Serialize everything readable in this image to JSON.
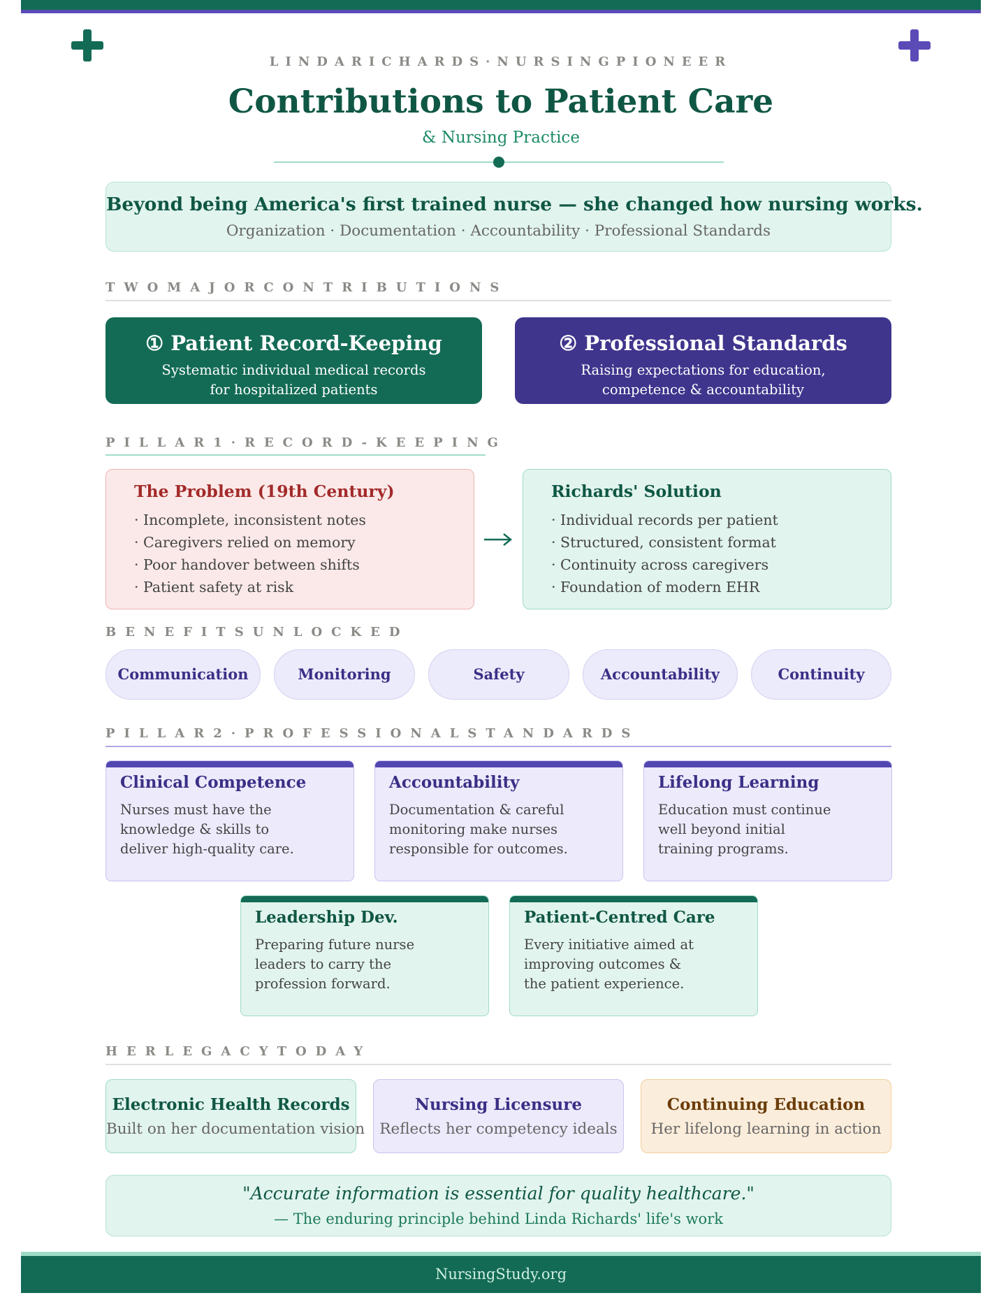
{
  "header": {
    "eyebrow": "LINDARICHARDS·NURSINGPIONEER",
    "title": "Contributions to Patient Care",
    "subtitle": "& Nursing Practice"
  },
  "banner": {
    "headline": "Beyond being America's first trained nurse — she changed how nursing works.",
    "subline": "Organization · Documentation · Accountability · Professional Standards"
  },
  "sections": {
    "two_major": "TWOMAJORCONTRIBUTIONS",
    "pillar1": "PILLAR1·RECORD-KEEPING",
    "benefits": "BENEFITSUNLOCKED",
    "pillar2": "PILLAR2·PROFESSIONALSTANDARDS",
    "legacy": "HERLEGACYTODAY"
  },
  "contributions": [
    {
      "title": "① Patient Record-Keeping",
      "line1": "Systematic individual medical records",
      "line2": "for hospitalized patients",
      "color": "#136b55"
    },
    {
      "title": "② Professional Standards",
      "line1": "Raising expectations for education,",
      "line2": "competence & accountability",
      "color": "#3f358d"
    }
  ],
  "problem": {
    "title": "The Problem (19th Century)",
    "items": [
      "· Incomplete, inconsistent notes",
      "· Caregivers relied on memory",
      "· Poor handover between shifts",
      "· Patient safety at risk"
    ]
  },
  "solution": {
    "title": "Richards' Solution",
    "items": [
      "· Individual records per patient",
      "· Structured, consistent format",
      "· Continuity across caregivers",
      "· Foundation of modern EHR"
    ]
  },
  "benefits": [
    "Communication",
    "Monitoring",
    "Safety",
    "Accountability",
    "Continuity"
  ],
  "standards": [
    {
      "title": "Clinical Competence",
      "lines": [
        "Nurses must have the",
        "knowledge & skills to",
        "deliver high-quality care."
      ]
    },
    {
      "title": "Accountability",
      "lines": [
        "Documentation & careful",
        "monitoring make nurses",
        "responsible for outcomes."
      ]
    },
    {
      "title": "Lifelong Learning",
      "lines": [
        "Education must continue",
        "well beyond initial",
        "training programs."
      ]
    },
    {
      "title": "Leadership Dev.",
      "lines": [
        "Preparing future nurse",
        "leaders to carry the",
        "profession forward."
      ]
    },
    {
      "title": "Patient-Centred Care",
      "lines": [
        "Every initiative aimed at",
        "improving outcomes &",
        "the patient experience."
      ]
    }
  ],
  "legacy": [
    {
      "title": "Electronic Health Records",
      "desc": "Built on her documentation vision"
    },
    {
      "title": "Nursing Licensure",
      "desc": "Reflects her competency ideals"
    },
    {
      "title": "Continuing Education",
      "desc": "Her lifelong learning in action"
    }
  ],
  "quote": {
    "text": "\"Accurate information is essential for quality healthcare.\"",
    "attribution": "— The enduring principle behind Linda Richards' life's work"
  },
  "footer": {
    "site": "NursingStudy.org"
  },
  "icons": {
    "left_cross": "medical-cross-icon",
    "right_cross": "medical-cross-icon",
    "arrow": "arrow-right-icon"
  },
  "colors": {
    "green": "#136b55",
    "purple": "#5a4bb7",
    "red": "#a32a2a",
    "amber": "#6b3d0a"
  }
}
